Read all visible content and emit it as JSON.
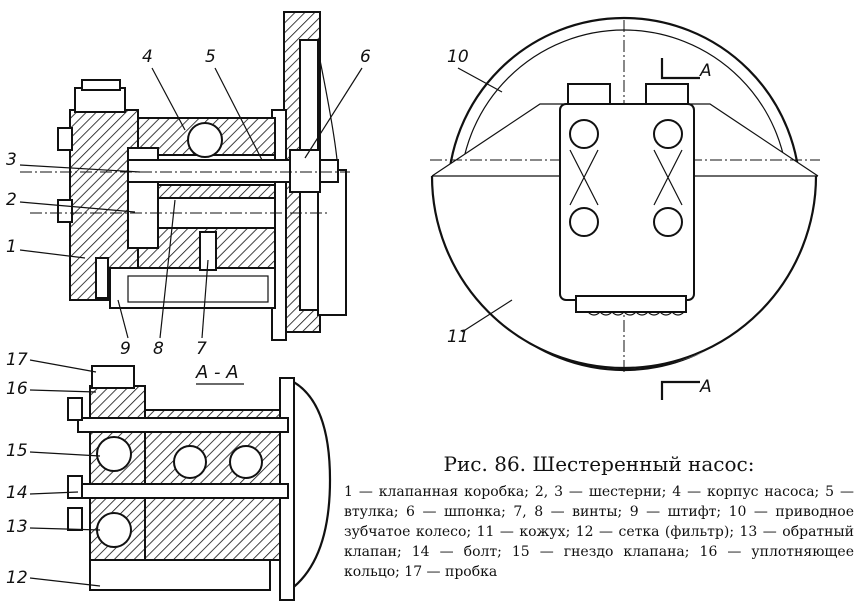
{
  "figure": {
    "caption_title": "Рис. 86. Шестеренный насос:",
    "caption_text": "1 — клапанная коробка; 2, 3 — шестерни; 4 — корпус насоса; 5 — втулка; 6 — шпонка; 7, 8 — винты; 9 — штифт; 10 — приводное зубчатое колесо; 11 — кожух; 12 — сетка (фильтр); 13 — обратный клапан; 14 — болт; 15 — гнездо клапана; 16 — уплотняющее кольцо; 17 — пробка",
    "section_label": "А - А",
    "section_mark_top": "А",
    "section_mark_bottom": "А",
    "labels": {
      "l1": "1",
      "l2": "2",
      "l3": "3",
      "l4": "4",
      "l5": "5",
      "l6": "6",
      "l7": "7",
      "l8": "8",
      "l9": "9",
      "l10": "10",
      "l11": "11",
      "l12": "12",
      "l13": "13",
      "l14": "14",
      "l15": "15",
      "l16": "16",
      "l17": "17"
    }
  }
}
